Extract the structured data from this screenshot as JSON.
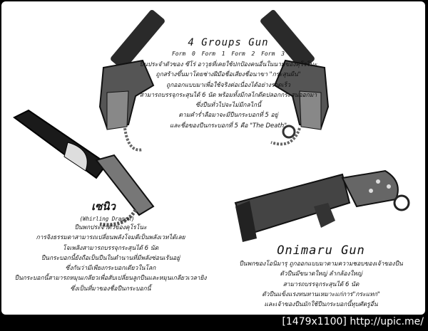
{
  "top": {
    "title": "4 Groups Gun",
    "forms": "Form 0   Form 1   Form 2   Form 3",
    "lines": [
      "ปืนประจำตัวของ ซีโร่ อาวุธที่เคยใช้ปกป้องคนอื่นในนามของคุโรโนะ",
      "ถูกสร้างขึ้นมาโดยช่างฝีมือชื่อเสียงชื่อนาขา \"กระสุนผืน\"",
      "ถูกออกแบบมาเพื่อใช้จริงต่อเนื่องได้อย่างรวดเร็ว",
      "สามารถบรรจุกระสุนได้ 6 นัด พร้อมทั้งมีกลไกดีดปลอกกระสุนออกมา",
      "ซึ่งปืนทั่วไปจะไม่มีกลไกนี้",
      "ตามคำร่ำลือมาจะมีปืนกระบอกที่ 5 อยู่",
      "และชื่อของปืนกระบอกที่ 5 คือ \"The Death\""
    ]
  },
  "left": {
    "title": "เซนิว",
    "subtitle": "(Whirling Dragon)",
    "lines": [
      "ปืนพกประจำตัวของคุโรโนะ",
      "การจิงธรรมดาสามารถเปลี่ยนพลังโจมตีเป็นพลังเวทได้เลย",
      "โจเพลิงสามารถบรรจุกระสุนได้ 6 นัด",
      "ปืนกระบอกนี้ยังถือเป็นปืนในตำนานที่มีพลังซ่อนเร้นอยู่",
      "ซึ่งกันว่ามีเพียงกระบอกเดียวในโลก",
      "ปืนกระบอกนี้สามารถหมุนเกลียวเพื่อสับเปลี่ยนลูกปืนและหมุนเกลียวเวลายิง",
      "ซึ่งเป็นที่มาของชื่อปืนกระบอกนี้"
    ]
  },
  "right": {
    "title": "Onimaru Gun",
    "lines": [
      "ปืนพกของโอนิมารุ ถูกออกแบบมาตามความชอบของเจ้าของปืน",
      "ตัวปืนมีขนาดใหญ่ ลำกล้องใหญ่",
      "สามารถบรรจุกระสุนได้ 6 นัด",
      "ตัวปืนแข็งแรงทนทานเหมาะแก่การ\"กระแทก\"",
      "และเจ้าของปืนมักใช้ปืนกระบอกนี้ทุบศัตรูอื่น"
    ]
  },
  "watermark": "[1479x1100] http://upic.me/"
}
